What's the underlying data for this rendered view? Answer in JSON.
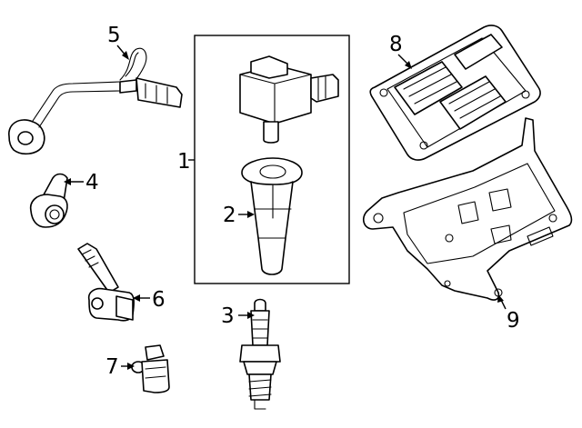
{
  "callouts": {
    "c1": "1",
    "c2": "2",
    "c3": "3",
    "c4": "4",
    "c5": "5",
    "c6": "6",
    "c7": "7",
    "c8": "8",
    "c9": "9"
  },
  "parts": {
    "p1": "ignition-coil-assembly-group",
    "p2": "coil-boot",
    "p3": "spark-plug",
    "p4": "knock-sensor",
    "p5": "oxygen-sensor-with-harness",
    "p6": "camshaft-position-sensor",
    "p7": "crankshaft-position-sensor",
    "p8": "engine-control-module",
    "p9": "module-mounting-bracket"
  },
  "style": {
    "line_color": "#000000",
    "background": "#ffffff"
  }
}
